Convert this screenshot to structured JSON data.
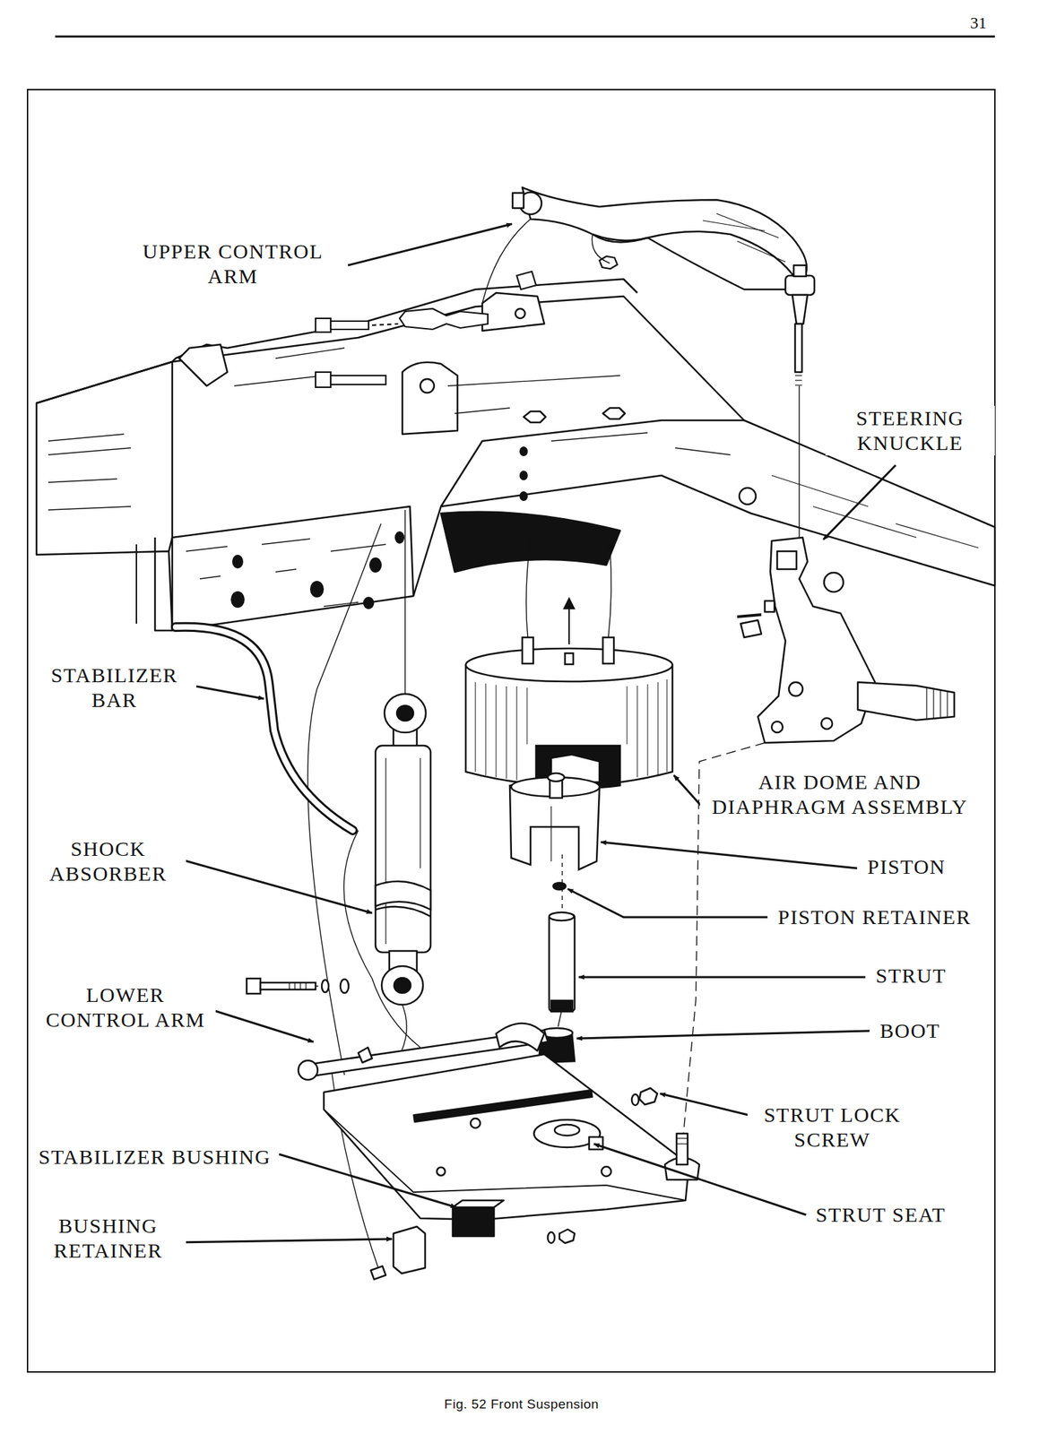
{
  "diagram": {
    "caption": "Fig. 52 Front Suspension",
    "labels": [
      "31",
      "UPPER CONTROL ARM",
      "STEERING KNUCKLE",
      "STABILIZER BAR",
      "AIR DOME AND DIAPHRAGM ASSEMBLY",
      "SHOCK ABSORBER",
      "PISTON",
      "PISTON RETAINER",
      "LOWER CONTROL ARM",
      "STRUT",
      "BOOT",
      "STRUT LOCK SCREW",
      "STABILIZER BUSHING",
      "STRUT SEAT",
      "BUSHING RETAINER"
    ]
  }
}
